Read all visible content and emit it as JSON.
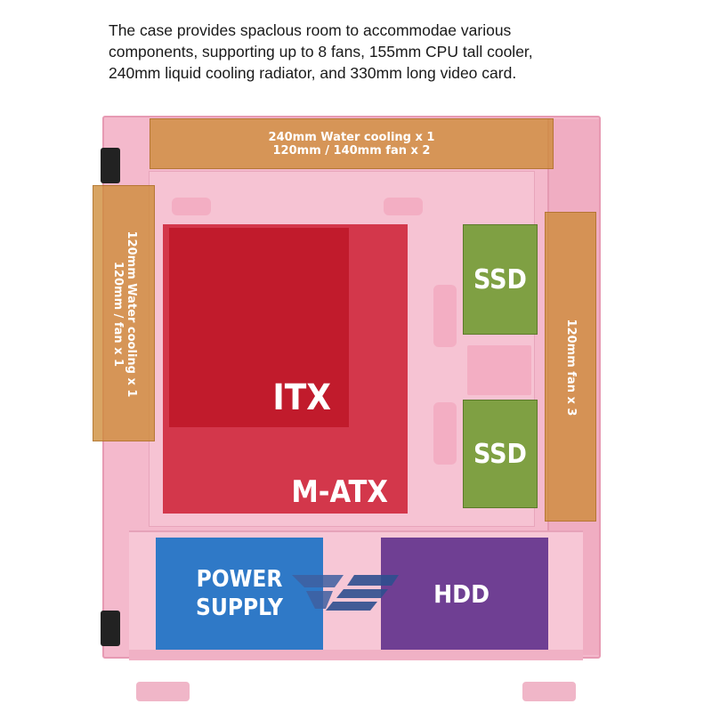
{
  "description": {
    "lines": [
      "The case provides spaclous room  to accommodae various",
      "components, supporting up to 8 fans, 155mm CPU tall cooler,",
      "240mm liquid cooling radiator, and 330mm long video card."
    ]
  },
  "zones": {
    "top_fan": {
      "line1": "240mm Water cooling x 1",
      "line2": "120mm / 140mm fan x 2"
    },
    "left_fan": {
      "line1": "120mm Water cooling x 1",
      "line2": "120mm / fan x 1"
    },
    "right_fan": {
      "line1": "120mm fan x 3"
    },
    "itx": "ITX",
    "matx": "M-ATX",
    "ssd_top": "SSD",
    "ssd_bottom": "SSD",
    "psu_line1": "POWER",
    "psu_line2": "SUPPLY",
    "hdd": "HDD"
  },
  "colors": {
    "case": "#f4b9cc",
    "fan_zone": "#cd8a36",
    "itx": "#be1828",
    "ssd": "#7fa043",
    "psu": "#2f79c7",
    "hdd": "#6f3f93"
  },
  "icons": [
    "brand-logo-icon",
    "door-hinge-icon"
  ]
}
